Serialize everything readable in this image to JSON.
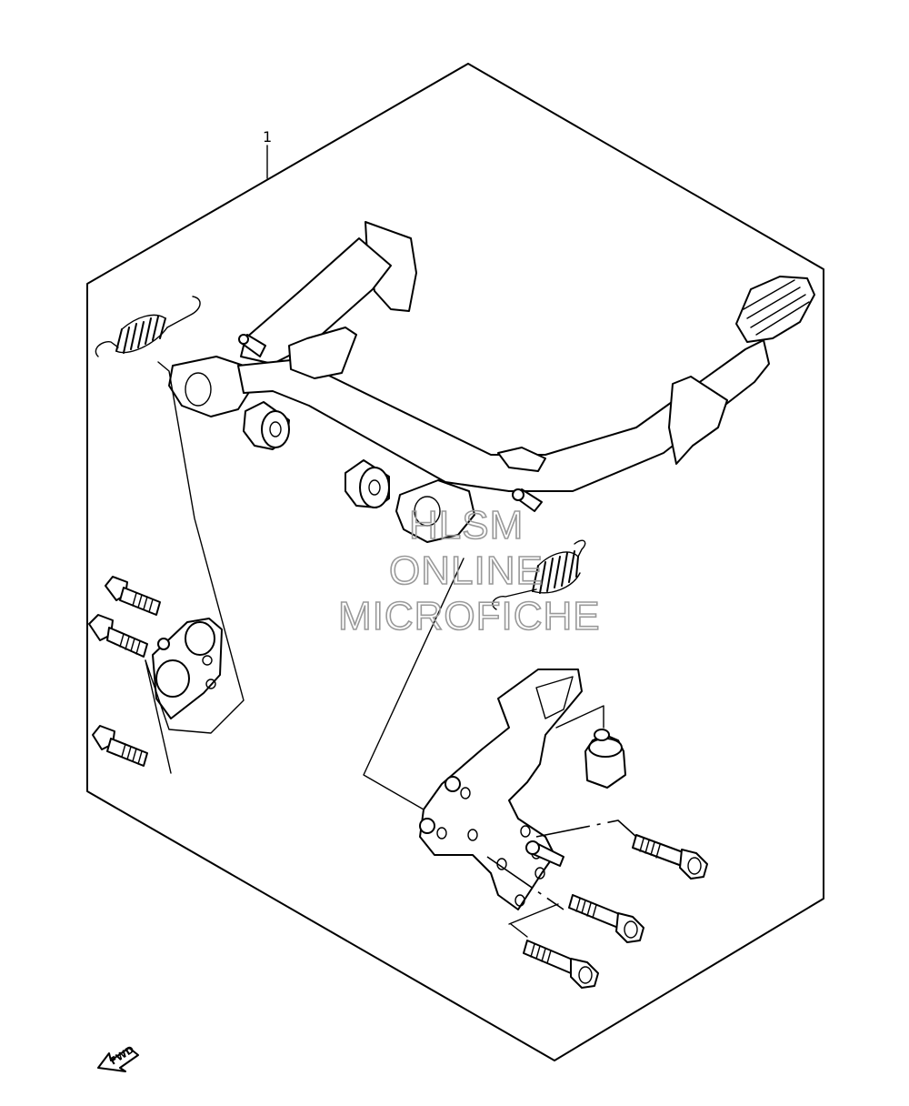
{
  "diagram": {
    "callout_label": "1",
    "fwd_label": "FWD",
    "watermark": {
      "line1": "HLSM",
      "line2": "ONLINE",
      "line3": "MICROFICHE"
    }
  }
}
